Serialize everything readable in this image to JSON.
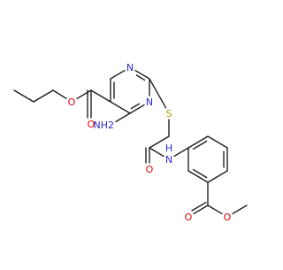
{
  "molecule": {
    "atoms": {
      "ester_O_carbonyl": "O",
      "ester_O_single": "O",
      "ring_N1": "N",
      "ring_N3": "N",
      "amine_NH2": "NH2",
      "thioether_S": "S",
      "amide_O": "O",
      "amide_NH": "H",
      "amide_N": "N",
      "methyl_ester_O_carbonyl": "O",
      "methyl_ester_O_single": "O"
    },
    "colors": {
      "bond": "#1a1a1a",
      "oxygen": "#e00000",
      "nitrogen": "#2a2ad6",
      "sulfur": "#b5a100"
    }
  }
}
